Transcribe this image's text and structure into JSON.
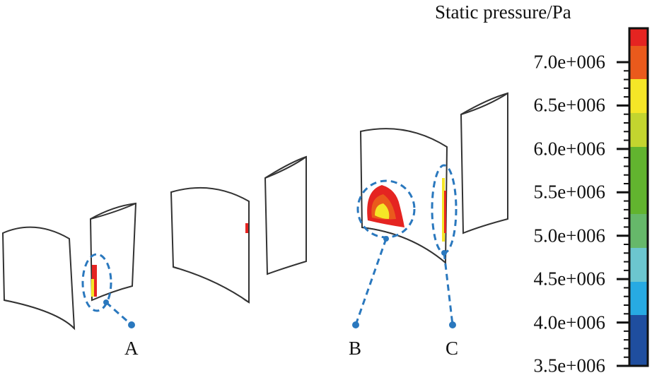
{
  "legend": {
    "title": "Static pressure/Pa",
    "ticks": [
      "7.0e+006",
      "6.5e+006",
      "6.0e+006",
      "5.5e+006",
      "5.0e+006",
      "4.5e+006",
      "4.0e+006",
      "3.5e+006"
    ],
    "bands": [
      "#e52421",
      "#ea5a1c",
      "#f5e627",
      "#c3d52f",
      "#62b42f",
      "#66b86a",
      "#6cc6cf",
      "#27aae2",
      "#1f4e9f"
    ]
  },
  "markers": [
    {
      "label": "A"
    },
    {
      "label": "B"
    },
    {
      "label": "C"
    }
  ],
  "accent": "#2a78be"
}
